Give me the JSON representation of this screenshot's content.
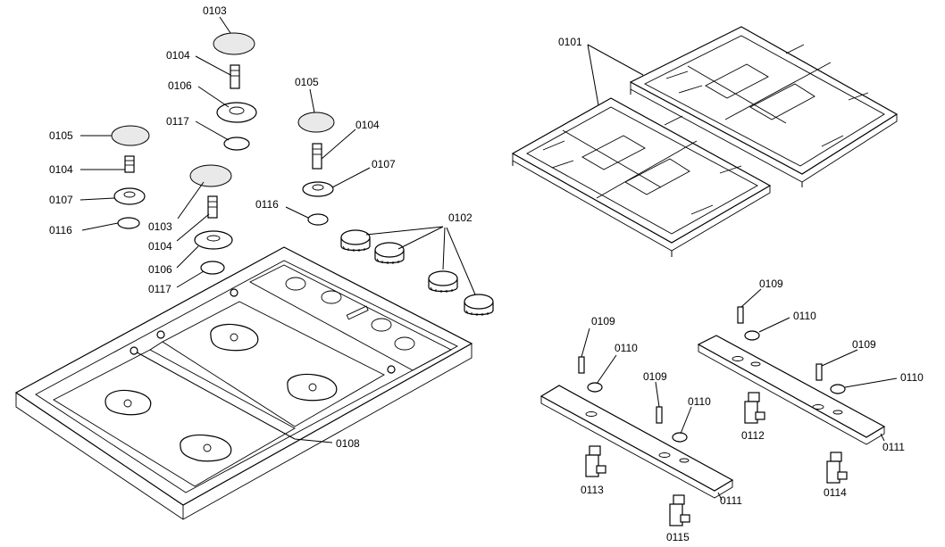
{
  "labels": {
    "l0103a": "0103",
    "l0104a": "0104",
    "l0106a": "0106",
    "l0105a": "0105",
    "l0117a": "0117",
    "l0104b": "0104",
    "l0105b": "0105",
    "l0104c": "0104",
    "l0107a": "0107",
    "l0107b": "0107",
    "l0116a": "0116",
    "l0103b": "0103",
    "l0104d": "0104",
    "l0106b": "0106",
    "l0117b": "0117",
    "l0116b": "0116",
    "l0102": "0102",
    "l0101": "0101",
    "l0108": "0108",
    "l0109a": "0109",
    "l0110a": "0110",
    "l0109b": "0109",
    "l0110b": "0110",
    "l0109c": "0109",
    "l0110c": "0110",
    "l0109d": "0109",
    "l0110d": "0110",
    "l0112": "0112",
    "l0111a": "0111",
    "l0111b": "0111",
    "l0113": "0113",
    "l0114": "0114",
    "l0115": "0115"
  }
}
